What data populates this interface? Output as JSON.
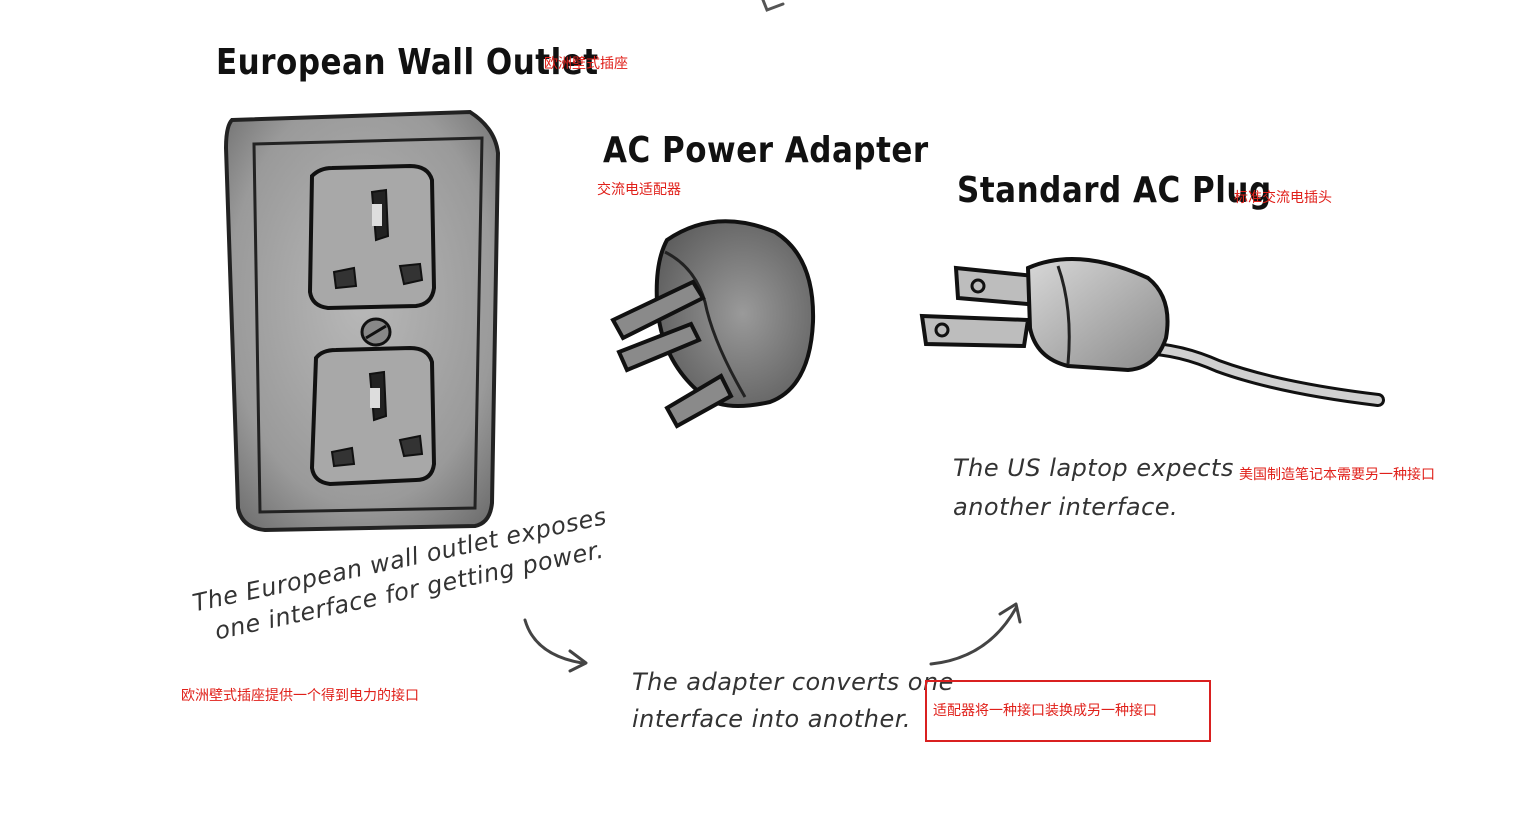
{
  "headings": {
    "outlet": "European Wall Outlet",
    "adapter": "AC Power Adapter",
    "plug": "Standard AC Plug"
  },
  "translations": {
    "outlet": "欧洲壁式插座",
    "adapter": "交流电适配器",
    "plug": "标准交流电插头",
    "laptop": "美国制造笔记本需要另一种接口",
    "outlet_caption": "欧洲壁式插座提供一个得到电力的接口",
    "adapter_caption": "适配器将一种接口装换成另一种接口"
  },
  "captions": {
    "outlet_line1": "The European wall outlet exposes",
    "outlet_line2": "one interface for getting power.",
    "adapter_line1": "The adapter converts one",
    "adapter_line2": "interface into another.",
    "laptop_line1": "The US laptop expects",
    "laptop_line2": "another interface."
  },
  "icons": {
    "outlet": "european-wall-outlet-icon",
    "adapter": "ac-power-adapter-icon",
    "plug": "standard-ac-plug-icon",
    "arrows": "curved-arrow-icon"
  },
  "colors": {
    "annotation_red": "#e0201a",
    "highlight_box": "#d92020",
    "ink": "#222222"
  }
}
